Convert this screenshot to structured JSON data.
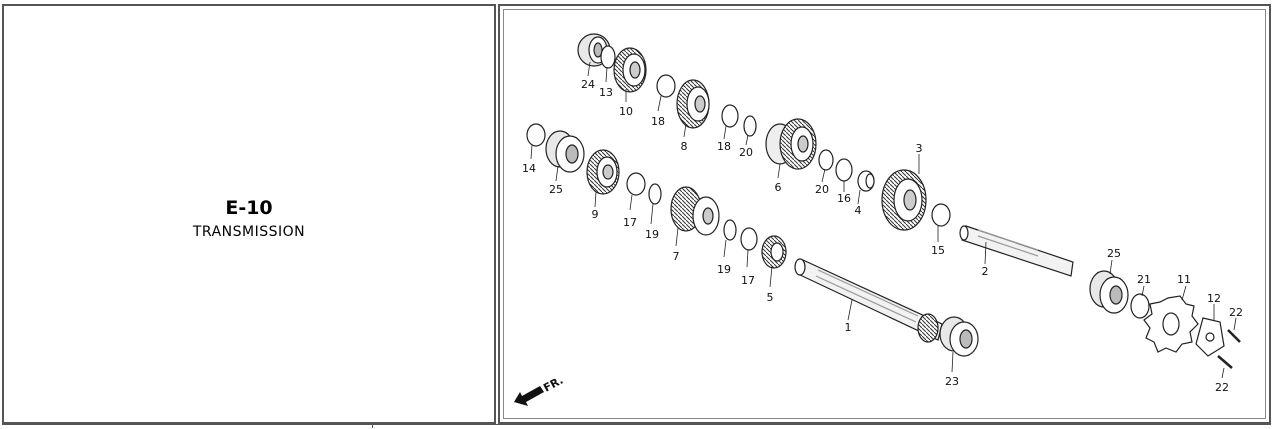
{
  "header": {
    "code": "E-10",
    "title": "TRANSMISSION"
  },
  "diagram": {
    "direction_label": "FR.",
    "callouts": [
      {
        "id": "24",
        "label": "24"
      },
      {
        "id": "13",
        "label": "13"
      },
      {
        "id": "10",
        "label": "10"
      },
      {
        "id": "18a",
        "label": "18"
      },
      {
        "id": "8",
        "label": "8"
      },
      {
        "id": "18b",
        "label": "18"
      },
      {
        "id": "20a",
        "label": "20"
      },
      {
        "id": "6",
        "label": "6"
      },
      {
        "id": "20b",
        "label": "20"
      },
      {
        "id": "16",
        "label": "16"
      },
      {
        "id": "4",
        "label": "4"
      },
      {
        "id": "3",
        "label": "3"
      },
      {
        "id": "14",
        "label": "14"
      },
      {
        "id": "25a",
        "label": "25"
      },
      {
        "id": "9",
        "label": "9"
      },
      {
        "id": "17a",
        "label": "17"
      },
      {
        "id": "19a",
        "label": "19"
      },
      {
        "id": "7",
        "label": "7"
      },
      {
        "id": "19b",
        "label": "19"
      },
      {
        "id": "17b",
        "label": "17"
      },
      {
        "id": "5",
        "label": "5"
      },
      {
        "id": "15",
        "label": "15"
      },
      {
        "id": "2",
        "label": "2"
      },
      {
        "id": "1",
        "label": "1"
      },
      {
        "id": "23",
        "label": "23"
      },
      {
        "id": "25b",
        "label": "25"
      },
      {
        "id": "21",
        "label": "21"
      },
      {
        "id": "11",
        "label": "11"
      },
      {
        "id": "12",
        "label": "12"
      },
      {
        "id": "22a",
        "label": "22"
      },
      {
        "id": "22b",
        "label": "22"
      }
    ]
  }
}
